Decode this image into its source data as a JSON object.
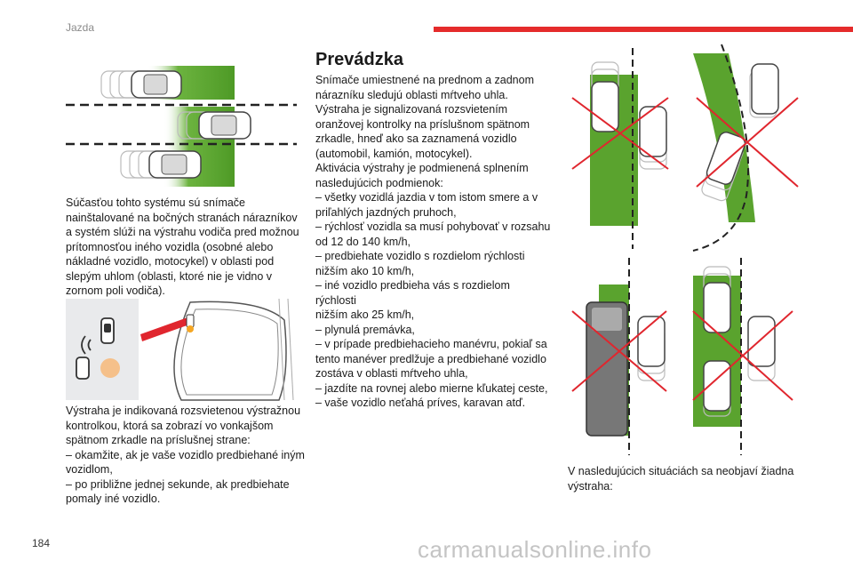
{
  "header": {
    "section": "Jazda",
    "accent_color": "#e52b2b"
  },
  "page_number": "184",
  "watermark": "carmanualsonline.info",
  "column1": {
    "text1": "Súčasťou tohto systému sú snímače\nnainštalované na bočných stranách nárazníkov\na systém slúži na výstrahu vodiča pred možnou\nprítomnosťou iného vozidla (osobné alebo\nnákladné vozidlo, motocykel) v oblasti pod\nslepým uhlom (oblasti, ktoré nie je vidno v\nzornom poli vodiča).",
    "text2": "Výstraha je indikovaná rozsvietenou výstražnou\nkontrolkou, ktorá sa zobrazí vo vonkajšom\nspätnom zrkadle na príslušnej strane:\n–  okamžite, ak je vaše vozidlo predbiehané iným\nvozidlom,\n–  po približne jednej sekunde, ak predbiehate\npomaly iné vozidlo."
  },
  "column2": {
    "heading": "Prevádzka",
    "text": "Snímače umiestnené na prednom a zadnom\nnárazníku sledujú oblasti mŕtveho uhla.\nVýstraha je signalizovaná rozsvietením\noranžovej kontrolky na príslušnom spätnom\nzrkadle, hneď ako sa zaznamená vozidlo\n(automobil, kamión, motocykel).\nAktivácia výstrahy je podmienená splnením\nnasledujúcich podmienok:\n–  všetky vozidlá jazdia v tom istom smere a v\npriľahlých jazdných pruhoch,\n–  rýchlosť vozidla sa musí pohybovať v rozsahu\nod 12 do 140 km/h,\n–  predbiehate vozidlo s rozdielom rýchlosti\nnižším ako 10 km/h,\n–  iné vozidlo predbieha vás s rozdielom rýchlosti\nnižším ako 25 km/h,\n–  plynulá premávka,\n–  v prípade predbiehacieho manévru, pokiaľ sa\ntento manéver predlžuje a predbiehané vozidlo\nzostáva v oblasti mŕtveho uhla,\n–  jazdíte na rovnej alebo mierne kľukatej ceste,\n–  vaše vozidlo neťahá príves, karavan atď."
  },
  "column3": {
    "text": "V nasledujúcich situáciách sa neobjaví žiadna\nvýstraha:"
  },
  "illustrations": {
    "zone_color": "#5aa32e",
    "warning_light_color": "#f5a623",
    "cross_color": "#e0262e"
  }
}
